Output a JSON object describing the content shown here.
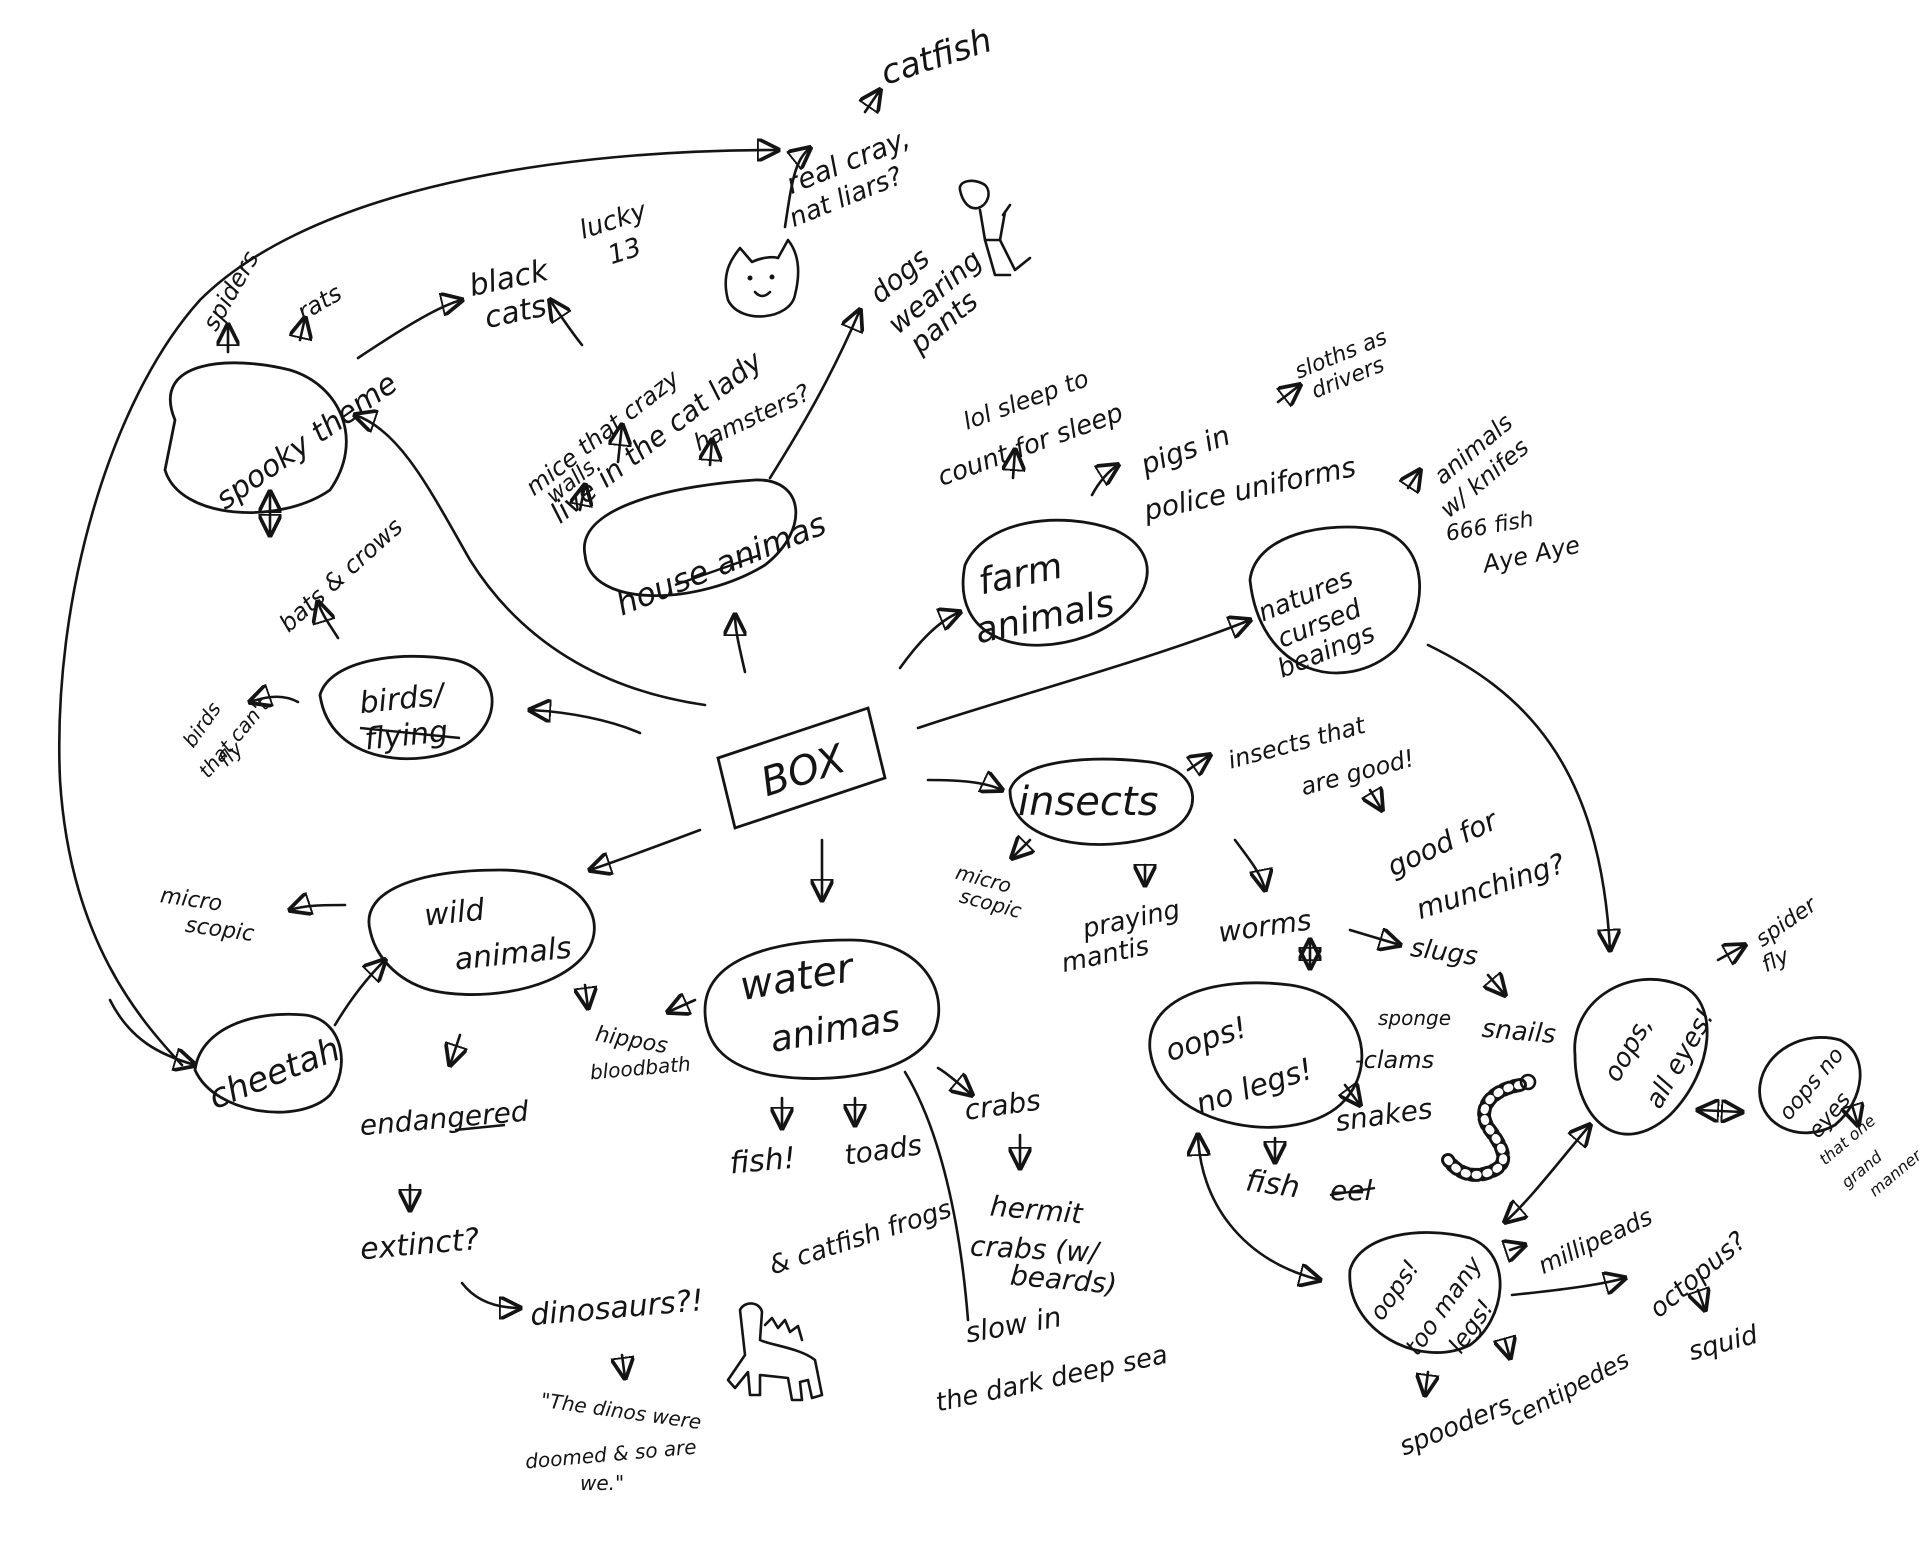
{
  "center": "BOX",
  "nodes": {
    "spooky_theme": "spooky theme",
    "house_animals": "house animas",
    "farm_animals": "farm animals",
    "natures_cursed": [
      "natures",
      "cursed",
      "beaings"
    ],
    "birds_flying": [
      "birds/",
      "flying"
    ],
    "insects": "insects",
    "wild_animals": [
      "wild",
      "animals"
    ],
    "water_animals": [
      "water",
      "animas"
    ],
    "cheetah": "cheetah",
    "oops_no_legs": [
      "oops!",
      "no legs!"
    ],
    "oops_all_eyes": [
      "oops,",
      "all eyes!"
    ],
    "oops_no_eyes": [
      "oops no",
      "eyes"
    ],
    "oops_too_many_legs": [
      "oops!",
      "too many",
      "legs!"
    ]
  },
  "labels": {
    "spiders_top": "spiders",
    "rats": "rats",
    "black_cats": [
      "black",
      "cats"
    ],
    "lucky_13": [
      "lucky",
      "13"
    ],
    "real_cray": [
      "real cray,",
      "nat liars?"
    ],
    "catfish_top": "catfish",
    "crazy_cat_lady": [
      "mice that crazy",
      "live in the cat lady",
      "walls"
    ],
    "hamsters": "hamsters?",
    "dogs_wearing_pants": [
      "dogs",
      "wearing",
      "pants"
    ],
    "count_sleep": [
      "lol sleep to",
      "count for sleep"
    ],
    "pigs_police": [
      "pigs in",
      "police uniforms"
    ],
    "sloths": [
      "sloths as",
      "drivers"
    ],
    "animals_knifes": [
      "animals",
      "w/ knifes"
    ],
    "fish_666": "666 fish",
    "aye_aye": "Aye Aye",
    "bats_crows": "bats & crows",
    "birds_cant_fly": [
      "birds",
      "that can't",
      "fly"
    ],
    "insects_good": [
      "insects that",
      "are good!"
    ],
    "good_munching": [
      "good for",
      "munching?"
    ],
    "microscopic_insects": [
      "micro",
      "scopic"
    ],
    "praying_mantis": [
      "praying",
      "mantis"
    ],
    "worms": "worms",
    "slugs": "slugs",
    "snails": "snails",
    "sponge_clams": [
      "sponge",
      "-clams"
    ],
    "snakes": "snakes",
    "fish_eel": [
      "fish",
      "eel"
    ],
    "spider_fly": [
      "spider",
      "fly"
    ],
    "three_eyed": [
      "that one",
      "grand",
      "manner"
    ],
    "millipedes": "millipeads",
    "octopus": "octopus?",
    "squid": "squid",
    "centipedes": "centipedes",
    "spooders": "spooders",
    "microscopic_wild": [
      "micro",
      "scopic"
    ],
    "hippos": [
      "hippos",
      "bloodbath"
    ],
    "endangered": "endangered",
    "extinct": "extinct?",
    "dinosaurs": "dinosaurs?!",
    "dinos_quote": [
      "\"The dinos were",
      "doomed & so are",
      "we.\""
    ],
    "fish_water": "fish!",
    "toads": "toads",
    "catfish_frogs": [
      "& catfish frogs"
    ],
    "crabs": "crabs",
    "hermit_crabs": [
      "hermit",
      "crabs (w/",
      "beards)"
    ],
    "slow_deep_sea": [
      "slow in",
      "the dark deep sea"
    ]
  },
  "drawings": [
    "cat-face",
    "dog-in-pants",
    "snake",
    "dinosaur"
  ]
}
